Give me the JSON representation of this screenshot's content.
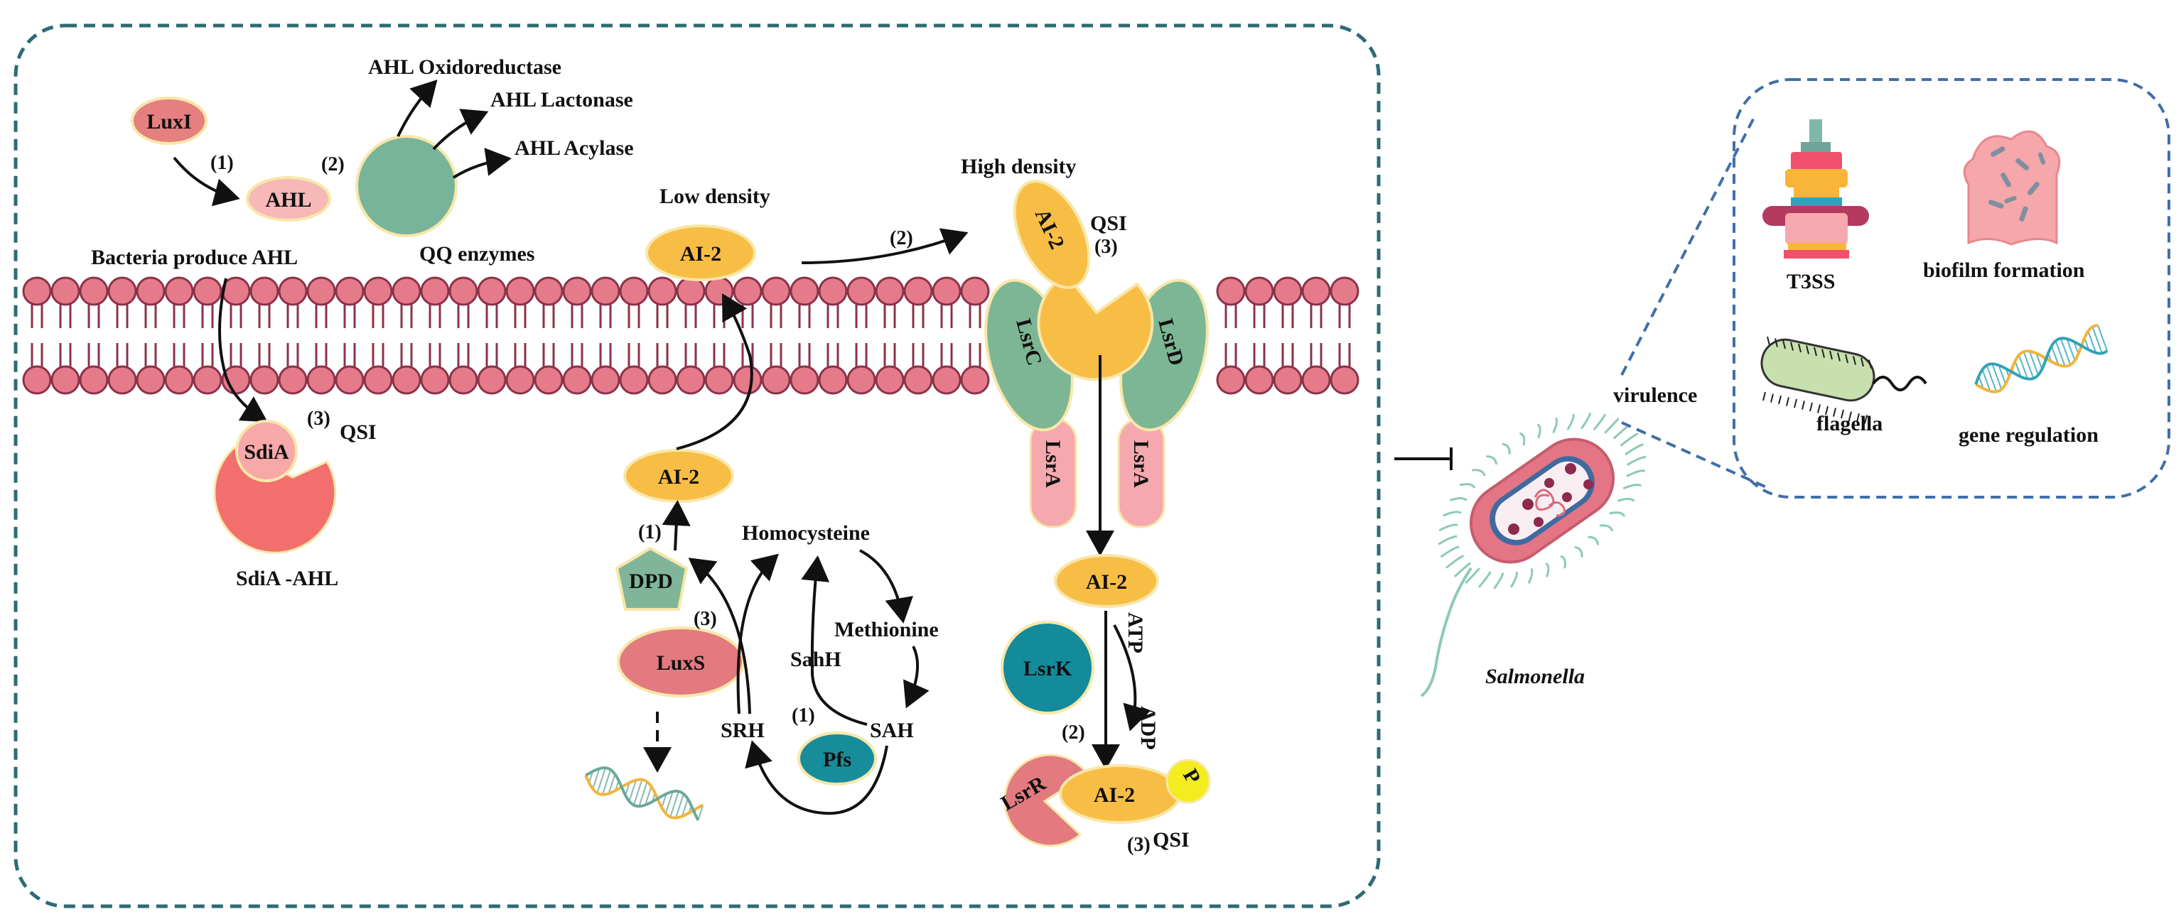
{
  "colors": {
    "frame_dash": "#2e6b74",
    "inset_dash": "#3f6fa8",
    "membrane_head": "#e57a8a",
    "membrane_stroke": "#8b3348",
    "ai2": "#f8bd45",
    "luxi": "#e57f80",
    "ahl": "#f7b8b8",
    "qq_enzyme": "#78b49a",
    "lsr_green": "#7db694",
    "lsra_pink": "#f5a8ae",
    "lsrk": "#138b9b",
    "pfs": "#178c9a",
    "dpd": "#80b59a",
    "luxs": "#e27a7f",
    "sdia_pac": "#f26f6e",
    "phosphate": "#f3ec1f"
  },
  "membrane": {
    "left_label": "Bacteria produce AHL"
  },
  "ahl_pathway": {
    "luxi": "LuxI",
    "step1": "(1)",
    "ahl": "AHL",
    "step2": "(2)",
    "qq_enzymes": "QQ enzymes",
    "oxidoreductase": "AHL Oxidoreductase",
    "lactonase": "AHL Lactonase",
    "acylase": "AHL Acylase",
    "sdia": "SdiA",
    "step3": "(3)",
    "qsi": "QSI",
    "sdia_ahl": "SdiA -AHL"
  },
  "ai2_pathway": {
    "low_density": "Low density",
    "high_density": "High density",
    "ai2": "AI-2",
    "step2": "(2)",
    "qsi": "QSI",
    "step3": "(3)",
    "lsrc": "LsrC",
    "lsrd": "LsrD",
    "lsra": "LsrA",
    "ai2_inner": "AI-2",
    "step1": "(1)",
    "dpd": "DPD",
    "luxs": "LuxS",
    "homocysteine": "Homocysteine",
    "methionine": "Methionine",
    "sahh": "SahH",
    "sah": "SAH",
    "srh": "SRH",
    "pfs": "Pfs",
    "lsrk": "LsrK",
    "atp": "ATP",
    "adp": "ADP",
    "lsrr": "LsrR",
    "phosphate": "P"
  },
  "salmonella": {
    "name": "Salmonella",
    "virulence": "virulence",
    "t3ss": "T3SS",
    "biofilm": "biofilm formation",
    "flagella": "flagella",
    "gene_regulation": "gene regulation"
  }
}
